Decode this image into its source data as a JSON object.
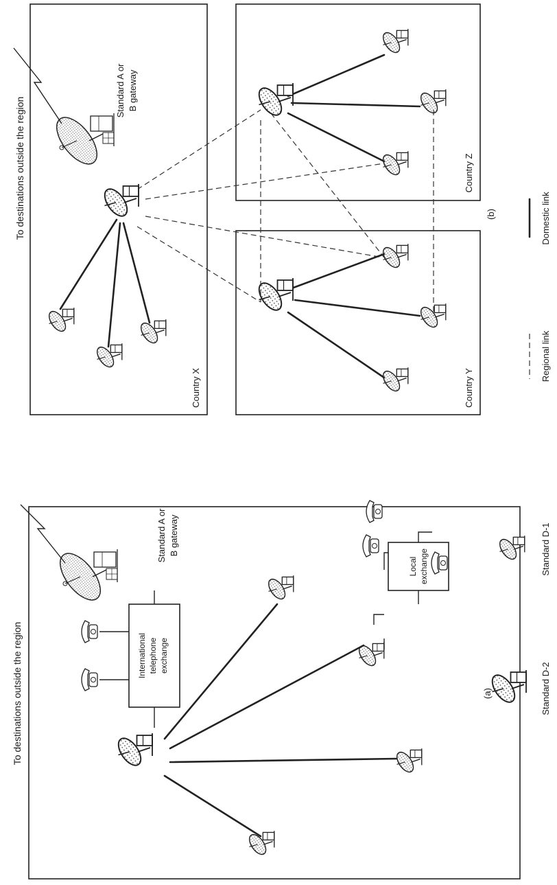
{
  "panel_a": {
    "caption": "(a)",
    "outside_label": "To destinations outside the region",
    "gateway_label_1": "Standard A or",
    "gateway_label_2": "B gateway",
    "intl_exchange": [
      "International",
      "telephone",
      "exchange"
    ],
    "local_exchange": [
      "Local",
      "exchange"
    ]
  },
  "panel_b": {
    "caption": "(b)",
    "outside_label": "To destinations outside the region",
    "gateway_label_1": "Standard A or",
    "gateway_label_2": "B gateway",
    "country_x": "Country X",
    "country_y": "Country Y",
    "country_z": "Country Z"
  },
  "legend": {
    "standard_d2": "Standard D-2",
    "standard_d1": "Standard D-1",
    "regional_link": "Regional link",
    "domestic_link": "Domestic link"
  }
}
